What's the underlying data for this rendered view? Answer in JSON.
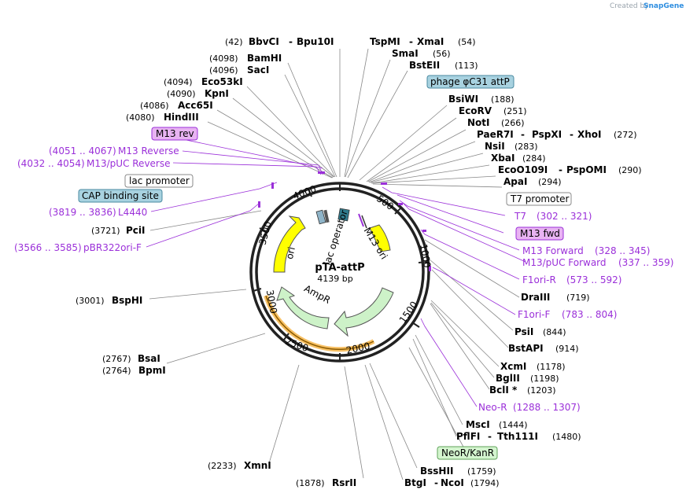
{
  "credit": {
    "prefix": "Created by",
    "brand": "SnapGene"
  },
  "center": {
    "name": "pTA-attP",
    "size": "4139 bp"
  },
  "ticks": [
    "500",
    "1000",
    "1500",
    "2000",
    "2500",
    "3000",
    "3500",
    "4000"
  ],
  "inner_features": {
    "ori": "ori",
    "lac_operator": "lac operator",
    "m13_ori": "M13 ori",
    "ampr": "AmpR"
  },
  "left_sites": [
    {
      "pos": "(42)",
      "name": "BbvCI",
      "sep": "-",
      "name2": "Bpu10I"
    },
    {
      "pos": "(4098)",
      "name": "BamHI"
    },
    {
      "pos": "(4096)",
      "name": "SacI"
    },
    {
      "pos": "(4094)",
      "name": "Eco53kI"
    },
    {
      "pos": "(4090)",
      "name": "KpnI"
    },
    {
      "pos": "(4086)",
      "name": "Acc65I"
    },
    {
      "pos": "(4080)",
      "name": "HindIII"
    },
    {
      "pos": "(3721)",
      "name": "PciI"
    },
    {
      "pos": "(3001)",
      "name": "BspHI"
    },
    {
      "pos": "(2767)",
      "name": "BsaI"
    },
    {
      "pos": "(2764)",
      "name": "BpmI"
    },
    {
      "pos": "(2233)",
      "name": "XmnI"
    },
    {
      "pos": "(1878)",
      "name": "RsrII"
    }
  ],
  "right_sites": [
    {
      "name": "TspMI",
      "sep": "-",
      "name2": "XmaI",
      "pos": "(54)"
    },
    {
      "name": "SmaI",
      "pos": "(56)"
    },
    {
      "name": "BstEII",
      "pos": "(113)"
    },
    {
      "name": "BsiWI",
      "pos": "(188)"
    },
    {
      "name": "EcoRV",
      "pos": "(251)"
    },
    {
      "name": "NotI",
      "pos": "(266)"
    },
    {
      "name": "PaeR7I",
      "sep": "-",
      "name2": "PspXI",
      "sep2": "-",
      "name3": "XhoI",
      "pos": "(272)"
    },
    {
      "name": "NsiI",
      "pos": "(283)"
    },
    {
      "name": "XbaI",
      "pos": "(284)"
    },
    {
      "name": "EcoO109I",
      "sep": "-",
      "name2": "PspOMI",
      "pos": "(290)"
    },
    {
      "name": "ApaI",
      "pos": "(294)"
    },
    {
      "name": "DraIII",
      "pos": "(719)"
    },
    {
      "name": "PsiI",
      "pos": "(844)"
    },
    {
      "name": "BstAPI",
      "pos": "(914)"
    },
    {
      "name": "XcmI",
      "pos": "(1178)"
    },
    {
      "name": "BglII",
      "pos": "(1198)"
    },
    {
      "name": "BclI *",
      "pos": "(1203)"
    },
    {
      "name": "MscI",
      "pos": "(1444)"
    },
    {
      "name": "PflFI",
      "sep": "-",
      "name2": "Tth111I",
      "pos": "(1480)"
    },
    {
      "name": "BssHII",
      "pos": "(1759)"
    },
    {
      "name": "BtgI",
      "sep": "-",
      "name2": "NcoI",
      "pos": "(1794)"
    }
  ],
  "primers_left": [
    {
      "range": "(4051 .. 4067)",
      "name": "M13 Reverse"
    },
    {
      "range": "(4032 .. 4054)",
      "name": "M13/pUC Reverse"
    },
    {
      "range": "(3819 .. 3836)",
      "name": "L4440"
    },
    {
      "range": "(3566 .. 3585)",
      "name": "pBR322ori-F"
    }
  ],
  "primers_right": [
    {
      "name": "T7",
      "range": "(302 .. 321)"
    },
    {
      "name": "M13 Forward",
      "range": "(328 .. 345)"
    },
    {
      "name": "M13/pUC Forward",
      "range": "(337 .. 359)"
    },
    {
      "name": "F1ori-R",
      "range": "(573 .. 592)"
    },
    {
      "name": "F1ori-F",
      "range": "(783 .. 804)"
    },
    {
      "name": "Neo-R",
      "range": "(1288 .. 1307)"
    }
  ],
  "boxes": [
    {
      "id": "m13rev",
      "label": "M13 rev",
      "fill": "#e8b3f2",
      "stroke": "#9b30d9"
    },
    {
      "id": "lacprom",
      "label": "lac promoter",
      "fill": "#ffffff",
      "stroke": "#888888"
    },
    {
      "id": "cap",
      "label": "CAP binding site",
      "fill": "#a8d2e0",
      "stroke": "#4a8aa0"
    },
    {
      "id": "attp",
      "label": "phage φC31 attP",
      "fill": "#a8d2e0",
      "stroke": "#4a8aa0"
    },
    {
      "id": "t7prom",
      "label": "T7 promoter",
      "fill": "#ffffff",
      "stroke": "#888888"
    },
    {
      "id": "m13fwd",
      "label": "M13 fwd",
      "fill": "#e8b3f2",
      "stroke": "#9b30d9"
    },
    {
      "id": "neokan",
      "label": "NeoR/KanR",
      "fill": "#d4f5cf",
      "stroke": "#5fa35a"
    }
  ],
  "colors": {
    "primer": "#9b30d9",
    "ori": "#ffff00",
    "ampr": "#cdf2c8",
    "attp": "#2f7a8c",
    "promoter_region": "#f5a623"
  }
}
